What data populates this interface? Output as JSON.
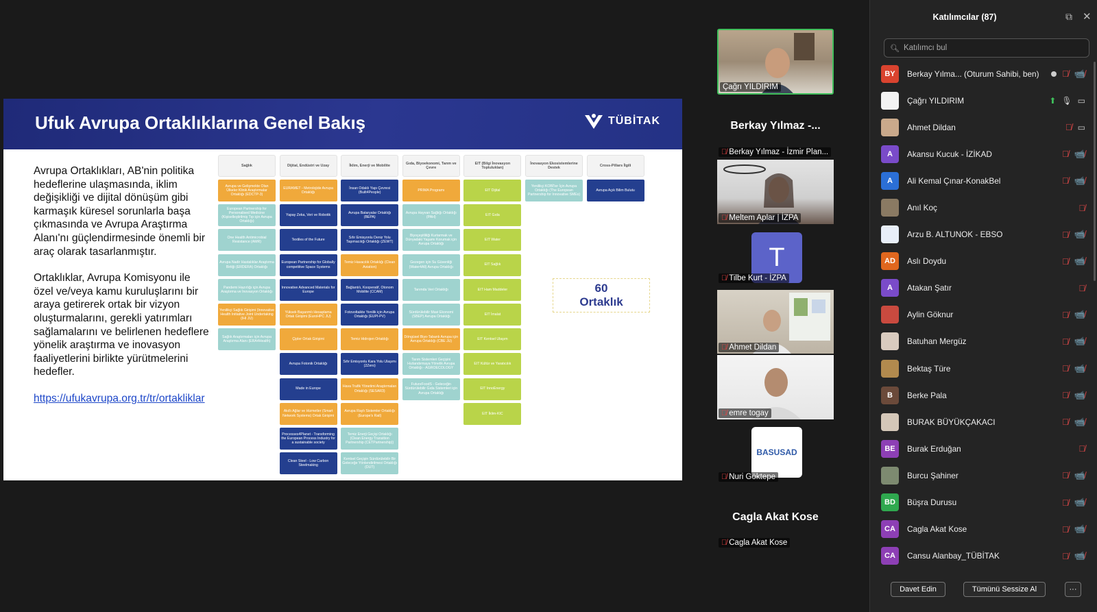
{
  "slide": {
    "title": "Ufuk Avrupa Ortaklıklarına Genel Bakış",
    "logo_text": "TÜBİTAK",
    "paragraph1": "Avrupa Ortaklıkları, AB'nin politika hedeflerine ulaşmasında, iklim değişikliği ve dijital dönüşüm gibi karmaşık küresel sorunlarla başa çıkmasında ve Avrupa Araştırma Alanı'nı güçlendirmesinde önemli bir araç olarak tasarlanmıştır.",
    "paragraph2": "Ortaklıklar, Avrupa Komisyonu ile özel ve/veya kamu kuruluşlarını bir araya getirerek ortak bir vizyon oluşturmalarını, gerekli yatırımları sağlamalarını ve belirlenen hedeflere yönelik araştırma ve inovasyon faaliyetlerini birlikte yürütmelerini hedefler.",
    "link": "https://ufukavrupa.org.tr/tr/ortakliklar",
    "count_number": "60",
    "count_label": "Ortaklık",
    "columns": [
      {
        "header": "Sağlık",
        "cells": [
          {
            "text": "Avrupa ve Gelişmekte Olan Ülkeler Klinik Araştırmalar Ortaklığı (EDCTP-3)",
            "color": "#f0a93b"
          },
          {
            "text": "European Partnership for Personalised Medicine (Kişiselleştirilmiş Tıp için Avrupa Ortaklığı)",
            "color": "#9fd3cf"
          },
          {
            "text": "One Health Antimicrobial Resistance (AMR)",
            "color": "#9fd3cf"
          },
          {
            "text": "Avrupa Nadir Hastalıklar Araştırma Birliği (ERDERA) Ortaklığı",
            "color": "#9fd3cf"
          },
          {
            "text": "Pandemi Hazırlığı için Avrupa Araştırma ve İnovasyon Ortaklığı",
            "color": "#9fd3cf"
          },
          {
            "text": "Yenilikçi Sağlık Girişimi (Innovative Health Initiative Joint Undertaking (IHI JU)",
            "color": "#f0a93b"
          },
          {
            "text": "Sağlık Araştırmaları için Avrupa Araştırma Alanı (ERA4Health)",
            "color": "#9fd3cf"
          }
        ]
      },
      {
        "header": "Dijital, Endüstri ve Uzay",
        "cells": [
          {
            "text": "EURAMET - Metrolojide Avrupa Ortaklığı",
            "color": "#f0a93b"
          },
          {
            "text": "Yapay Zeka, Veri ve Robotik",
            "color": "#243f8f"
          },
          {
            "text": "Textiles of the Future",
            "color": "#243f8f"
          },
          {
            "text": "European Partnership for Globally competitive Space Systems",
            "color": "#243f8f"
          },
          {
            "text": "Innovative Advanced Materials for Europe",
            "color": "#243f8f"
          },
          {
            "text": "Yüksek Başarımlı Hesaplama Ortak Girişimi (EuroHPC JU)",
            "color": "#f0a93b"
          },
          {
            "text": "Çipler Ortak Girişimi",
            "color": "#f0a93b"
          },
          {
            "text": "Avrupa Fotonik Ortaklığı",
            "color": "#243f8f"
          },
          {
            "text": "Made in Europe",
            "color": "#243f8f"
          },
          {
            "text": "Akıllı Ağlar ve Hizmetler (Smart Network Systems) Ortak Girişimi",
            "color": "#f0a93b"
          },
          {
            "text": "Processes4Planet - Transforming the European Process Industry for a sustainable society",
            "color": "#243f8f"
          },
          {
            "text": "Clean Steel - Low Carbon Steelmaking",
            "color": "#243f8f"
          }
        ]
      },
      {
        "header": "İklim, Enerji ve Mobilite",
        "cells": [
          {
            "text": "İnsan Odaklı Yapı Çevresi (Built4People)",
            "color": "#243f8f"
          },
          {
            "text": "Avrupa Bataryalar Ortaklığı (BEPA)",
            "color": "#243f8f"
          },
          {
            "text": "Sıfır Emisyonlu Deniz Yolu Taşımacılığı Ortaklığı (ZEWT)",
            "color": "#243f8f"
          },
          {
            "text": "Temiz Havacılık Ortaklığı (Clean Aviation)",
            "color": "#f0a93b"
          },
          {
            "text": "Bağlantılı, Kooperatif, Otonom Mobilite (CCAM)",
            "color": "#243f8f"
          },
          {
            "text": "Fotovoltaikte Yenilik için Avrupa Ortaklığı (EUPI-PV)",
            "color": "#243f8f"
          },
          {
            "text": "Temiz Hidrojen Ortaklığı",
            "color": "#f0a93b"
          },
          {
            "text": "Sıfır Emisyonlu Kara Yolu Ulaşımı (2Zero)",
            "color": "#243f8f"
          },
          {
            "text": "Hava Trafik Yönetimi Araştırmaları Ortaklığı (SESAR3)",
            "color": "#f0a93b"
          },
          {
            "text": "Avrupa Raylı Sistemler Ortaklığı (Europe's Rail)",
            "color": "#f0a93b"
          },
          {
            "text": "Temiz Enerji Geçişi Ortaklığı (Clean Energy Transition Partnership (CETPartnership))",
            "color": "#9fd3cf"
          },
          {
            "text": "Kentsel Geçişin Sürdürülebilir Bir Geleceğe Yönlendirilmesi Ortaklığı (DUT)",
            "color": "#9fd3cf"
          }
        ]
      },
      {
        "header": "Gıda, Biyoekonomi, Tarım ve Çevre",
        "cells": [
          {
            "text": "PRIMA Programı",
            "color": "#f0a93b"
          },
          {
            "text": "Avrupa Hayvan Sağlığı Ortaklığı (PAH)",
            "color": "#9fd3cf"
          },
          {
            "text": "Biyoçeşitliliği Kurtarmak ve Dünyadaki Yaşamı Korumak için Avrupa Ortaklığı",
            "color": "#9fd3cf"
          },
          {
            "text": "Gezegen için Su Güvenliği (Water4All) Avrupa Ortaklığı",
            "color": "#9fd3cf"
          },
          {
            "text": "Tarımda Veri Ortaklığı",
            "color": "#9fd3cf"
          },
          {
            "text": "Sürdürülebilir Mavi Ekonomi (SBEP) Avrupa Ortaklığı",
            "color": "#9fd3cf"
          },
          {
            "text": "Döngüsel Biyo-Tabanlı Avrupa için Avrupa Ortaklığı (CBE JU)",
            "color": "#f0a93b"
          },
          {
            "text": "Tarım Sistemleri Geçişini Hızlandırmaya Yönelik Avrupa Ortaklığı - AGROECOLOGY",
            "color": "#9fd3cf"
          },
          {
            "text": "FutureFoodS - Geleceğin Sürdürülebilir Gıda Sistemleri için Avrupa Ortaklığı",
            "color": "#9fd3cf"
          }
        ]
      },
      {
        "header": "EIT (Bilgi İnovasyon Toplulukları)",
        "cells": [
          {
            "text": "EIT Dijital",
            "color": "#b9d449"
          },
          {
            "text": "EIT Gıda",
            "color": "#b9d449"
          },
          {
            "text": "EIT Water",
            "color": "#b9d449"
          },
          {
            "text": "EIT Sağlık",
            "color": "#b9d449"
          },
          {
            "text": "EIT Ham Maddeler",
            "color": "#b9d449"
          },
          {
            "text": "EIT İmalat",
            "color": "#b9d449"
          },
          {
            "text": "EIT Kentsel Ulaşım",
            "color": "#b9d449"
          },
          {
            "text": "EIT Kültür ve Yaratıcılık",
            "color": "#b9d449"
          },
          {
            "text": "EIT InnoEnergy",
            "color": "#b9d449"
          },
          {
            "text": "EIT İklim-KIC",
            "color": "#b9d449"
          }
        ]
      },
      {
        "header": "İnovasyon Ekosistemlerine Destek",
        "cells": [
          {
            "text": "Yenilikçi KOBİ'ler İçin Avrupa Ortaklığı (The European Partnership for Innovative SMEs)",
            "color": "#9fd3cf"
          }
        ]
      },
      {
        "header": "Cross-Pillars İlgili",
        "cells": [
          {
            "text": "Avrupa Açık Bilim Bulutu",
            "color": "#243f8f"
          }
        ]
      }
    ]
  },
  "videos": {
    "tile1_name": "Çağrı YILDIRIM",
    "big_name1": "Berkay Yılmaz -...",
    "label_berkay": "Berkay Yılmaz - İzmir Plan...",
    "tile2_name": "Meltem Aplar | İZPA",
    "tile3_letter": "T",
    "tile3_name": "Tilbe Kurt - İZPA",
    "tile4_name": "Ahmet Dildan",
    "tile5_name": "emre togay",
    "tile6_logo": "BASUSAD",
    "tile6_name": "Nuri Göktepe",
    "big_name2": "Cagla Akat Kose",
    "label_cagla": "Cagla Akat Kose"
  },
  "panel": {
    "title": "Katılımcılar (87)",
    "search_placeholder": "Katılımcı bul",
    "participants": [
      {
        "initials": "BY",
        "name": "Berkay Yılma... (Oturum Sahibi, ben)",
        "color": "#d9432f",
        "icons": "rec"
      },
      {
        "initials": "",
        "name": "Çağrı YILDIRIM",
        "color": "#f3f3f3",
        "icons": "share"
      },
      {
        "initials": "",
        "name": "Ahmet Dildan",
        "color": "#c9a98b",
        "icons": "camon"
      },
      {
        "initials": "A",
        "name": "Akansu Kucuk - İZİKAD",
        "color": "#7a4bc9",
        "icons": "both"
      },
      {
        "initials": "A",
        "name": "Ali Kemal Çınar-KonakBel",
        "color": "#2b6fd6",
        "icons": "both"
      },
      {
        "initials": "",
        "name": "Anıl Koç",
        "color": "#8a7a63",
        "icons": "mic"
      },
      {
        "initials": "",
        "name": "Arzu B. ALTUNOK - EBSO",
        "color": "#e8eef8",
        "icons": "both"
      },
      {
        "initials": "AD",
        "name": "Aslı Doydu",
        "color": "#e0671e",
        "icons": "both"
      },
      {
        "initials": "A",
        "name": "Atakan Şatır",
        "color": "#7a4bc9",
        "icons": "mic"
      },
      {
        "initials": "",
        "name": "Aylin Göknur",
        "color": "#c94a3f",
        "icons": "both"
      },
      {
        "initials": "",
        "name": "Batuhan Mergüz",
        "color": "#d9cbbf",
        "icons": "both"
      },
      {
        "initials": "",
        "name": "Bektaş Türe",
        "color": "#b28a4e",
        "icons": "both"
      },
      {
        "initials": "B",
        "name": "Berke Pala",
        "color": "#6b4a3a",
        "icons": "both"
      },
      {
        "initials": "",
        "name": "BURAK BÜYÜKÇAKACI",
        "color": "#d4c7b8",
        "icons": "both"
      },
      {
        "initials": "BE",
        "name": "Burak Erduğan",
        "color": "#8d3fb5",
        "icons": "mic"
      },
      {
        "initials": "",
        "name": "Burcu Şahiner",
        "color": "#7d8a70",
        "icons": "both"
      },
      {
        "initials": "BD",
        "name": "Büşra Durusu",
        "color": "#2fa84f",
        "icons": "both"
      },
      {
        "initials": "CA",
        "name": "Cagla Akat Kose",
        "color": "#8d3fb5",
        "icons": "both"
      },
      {
        "initials": "CA",
        "name": "Cansu Alanbay_TÜBİTAK",
        "color": "#8d3fb5",
        "icons": "both"
      }
    ],
    "invite_label": "Davet Edin",
    "muteall_label": "Tümünü Sessize Al",
    "more_label": "···"
  },
  "icons": {
    "mic_off": "mic-off-icon",
    "cam_off": "camera-off-icon",
    "search": "search-icon",
    "close": "close-icon",
    "popout": "popout-icon"
  }
}
